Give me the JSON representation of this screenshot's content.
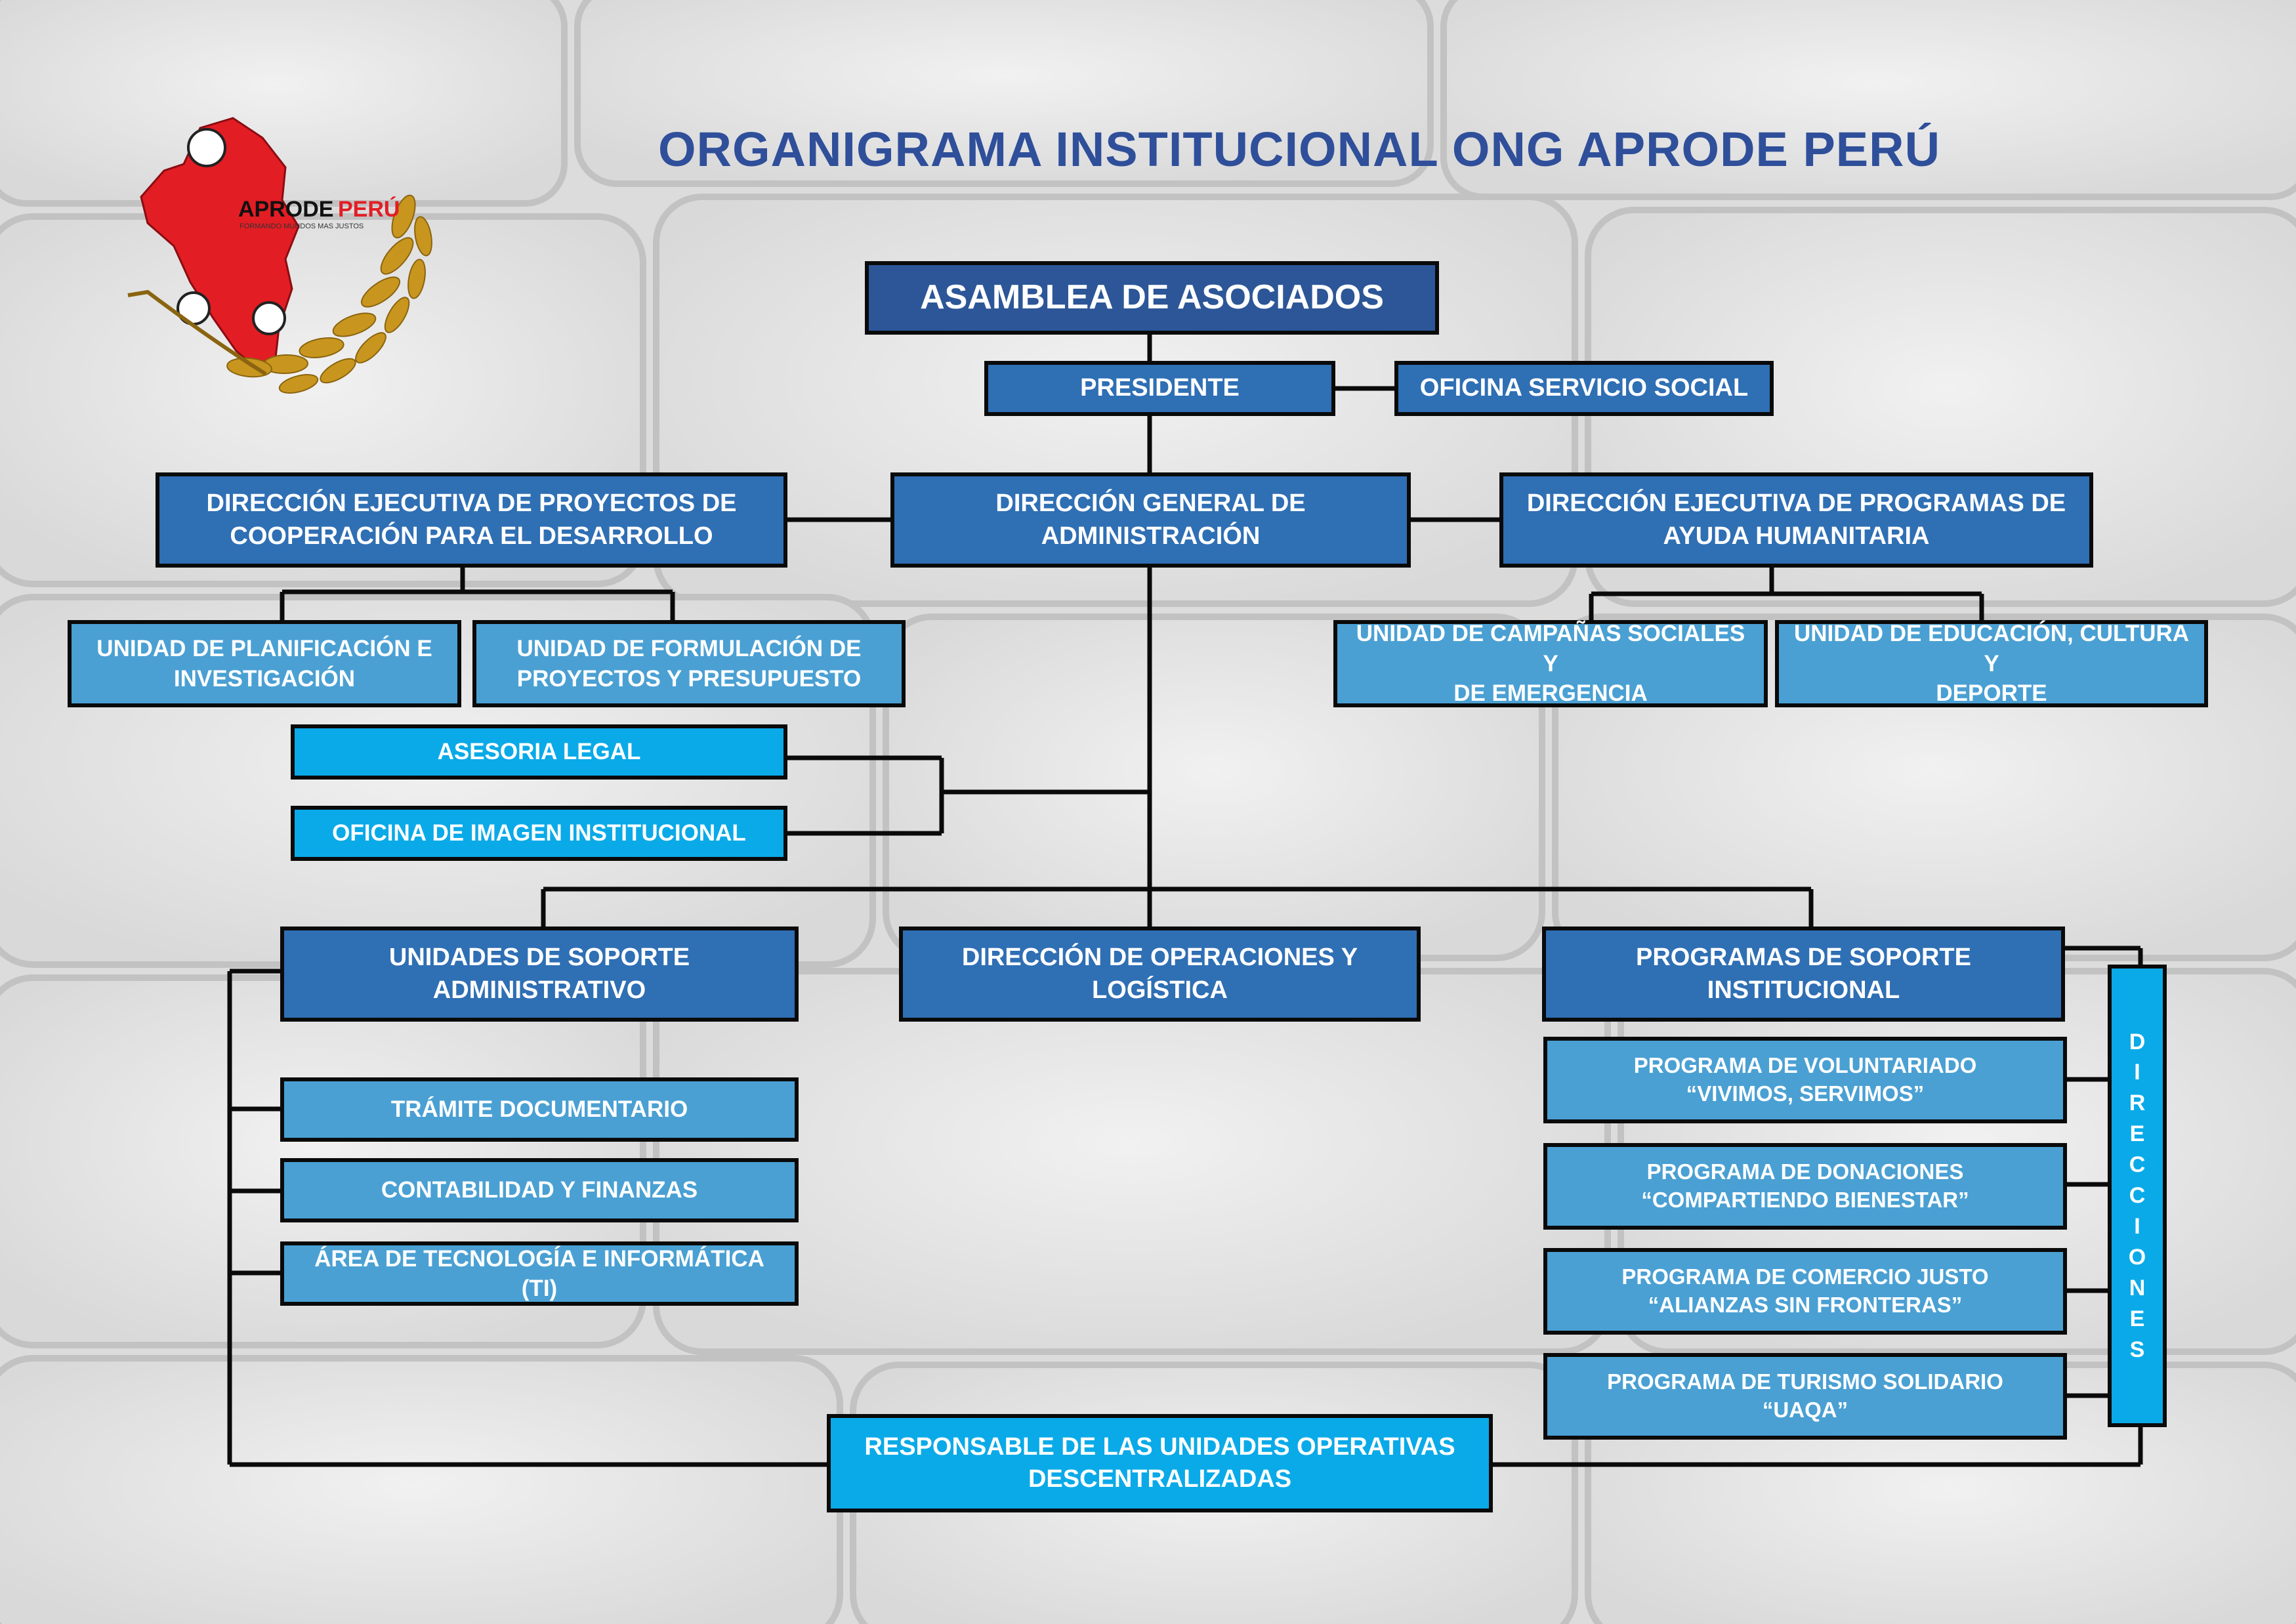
{
  "title": "ORGANIGRAMA INSTITUCIONAL ONG APRODE PERÚ",
  "logo": {
    "brand": "APRODE",
    "brand_accent": "PERÚ",
    "tagline": "FORMANDO MUNDOS MAS JUSTOS"
  },
  "colors": {
    "dark": "#2c5697",
    "mid": "#2f6fb4",
    "light": "#4aa0d3",
    "cyan": "#0aaae8",
    "title": "#2f4f9a",
    "logo_red": "#e31d24"
  },
  "nodes": {
    "asamblea": "ASAMBLEA DE ASOCIADOS",
    "presidente": "PRESIDENTE",
    "oficina_servicio_social": "OFICINA SERVICIO SOCIAL",
    "dir_proyectos": [
      "DIRECCIÓN EJECUTIVA DE PROYECTOS DE",
      "COOPERACIÓN PARA EL DESARROLLO"
    ],
    "dir_general": [
      "DIRECCIÓN GENERAL DE",
      "ADMINISTRACIÓN"
    ],
    "dir_programas": [
      "DIRECCIÓN EJECUTIVA DE PROGRAMAS DE",
      "AYUDA HUMANITARIA"
    ],
    "unidad_planificacion": [
      "UNIDAD DE PLANIFICACIÓN E",
      "INVESTIGACIÓN"
    ],
    "unidad_formulacion": [
      "UNIDAD DE FORMULACIÓN DE",
      "PROYECTOS Y PRESUPUESTO"
    ],
    "unidad_campanas": [
      "UNIDAD DE CAMPAÑAS SOCIALES Y",
      "DE EMERGENCIA"
    ],
    "unidad_educacion": [
      "UNIDAD DE EDUCACIÓN, CULTURA Y",
      "DEPORTE"
    ],
    "asesoria_legal": "ASESORIA LEGAL",
    "oficina_imagen": "OFICINA DE IMAGEN INSTITUCIONAL",
    "unidades_soporte": [
      "UNIDADES DE SOPORTE",
      "ADMINISTRATIVO"
    ],
    "dir_operaciones": [
      "DIRECCIÓN DE OPERACIONES Y",
      "LOGÍSTICA"
    ],
    "programas_soporte": [
      "PROGRAMAS DE SOPORTE",
      "INSTITUCIONAL"
    ],
    "tramite": "TRÁMITE DOCUMENTARIO",
    "contabilidad": "CONTABILIDAD Y FINANZAS",
    "area_ti": "ÁREA DE TECNOLOGÍA E INFORMÁTICA (TI)",
    "prog_voluntariado": [
      "PROGRAMA DE VOLUNTARIADO",
      "“VIVIMOS, SERVIMOS”"
    ],
    "prog_donaciones": [
      "PROGRAMA DE DONACIONES",
      "“COMPARTIENDO BIENESTAR”"
    ],
    "prog_comercio": [
      "PROGRAMA DE COMERCIO JUSTO",
      "“ALIANZAS SIN FRONTERAS”"
    ],
    "prog_turismo": [
      "PROGRAMA DE TURISMO SOLIDARIO",
      "“UAQA”"
    ],
    "responsable": [
      "RESPONSABLE DE LAS UNIDADES OPERATIVAS",
      "DESCENTRALIZADAS"
    ],
    "direcciones": [
      "D",
      "I",
      "R",
      "E",
      "C",
      "C",
      "I",
      "O",
      "N",
      "E",
      "S"
    ]
  }
}
